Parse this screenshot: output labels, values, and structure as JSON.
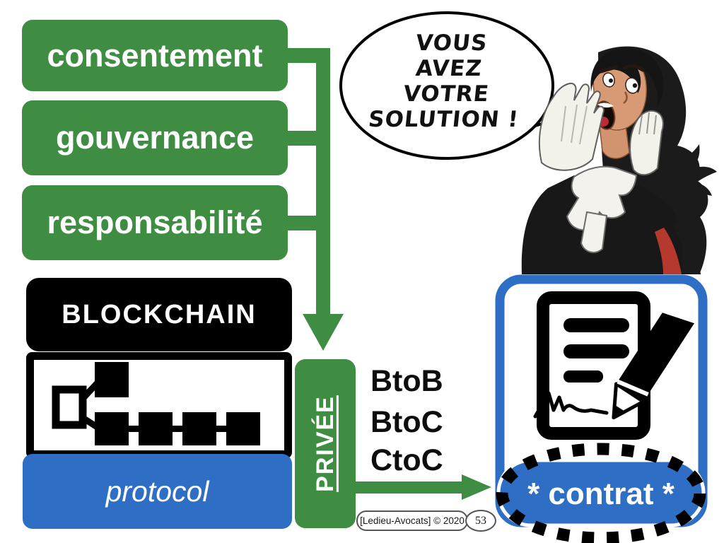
{
  "colors": {
    "green": "#3f8c43",
    "blue": "#2e6ec4",
    "black": "#000000",
    "white": "#ffffff"
  },
  "stack": {
    "items": [
      {
        "label": "consentement"
      },
      {
        "label": "gouvernance"
      },
      {
        "label": "responsabilité"
      }
    ]
  },
  "blockchain": {
    "title": "BLOCKCHAIN",
    "protocol": "protocol"
  },
  "privacy": {
    "label": "PRIVÉE"
  },
  "markets": [
    "BtoB",
    "BtoC",
    "CtoC"
  ],
  "speech": {
    "lines": [
      "VOUS",
      "AVEZ",
      "VOTRE",
      "SOLUTION !"
    ]
  },
  "contract": {
    "label": "* contrat *"
  },
  "footer": {
    "credit": "[Ledieu-Avocats] © 2020",
    "page": "53"
  },
  "icons": {
    "blockchain_diagram": "blockchain-diagram-icon",
    "signed_contract": "signed-contract-icon",
    "down_arrow": "down-arrow-icon",
    "right_arrow": "right-arrow-icon"
  }
}
